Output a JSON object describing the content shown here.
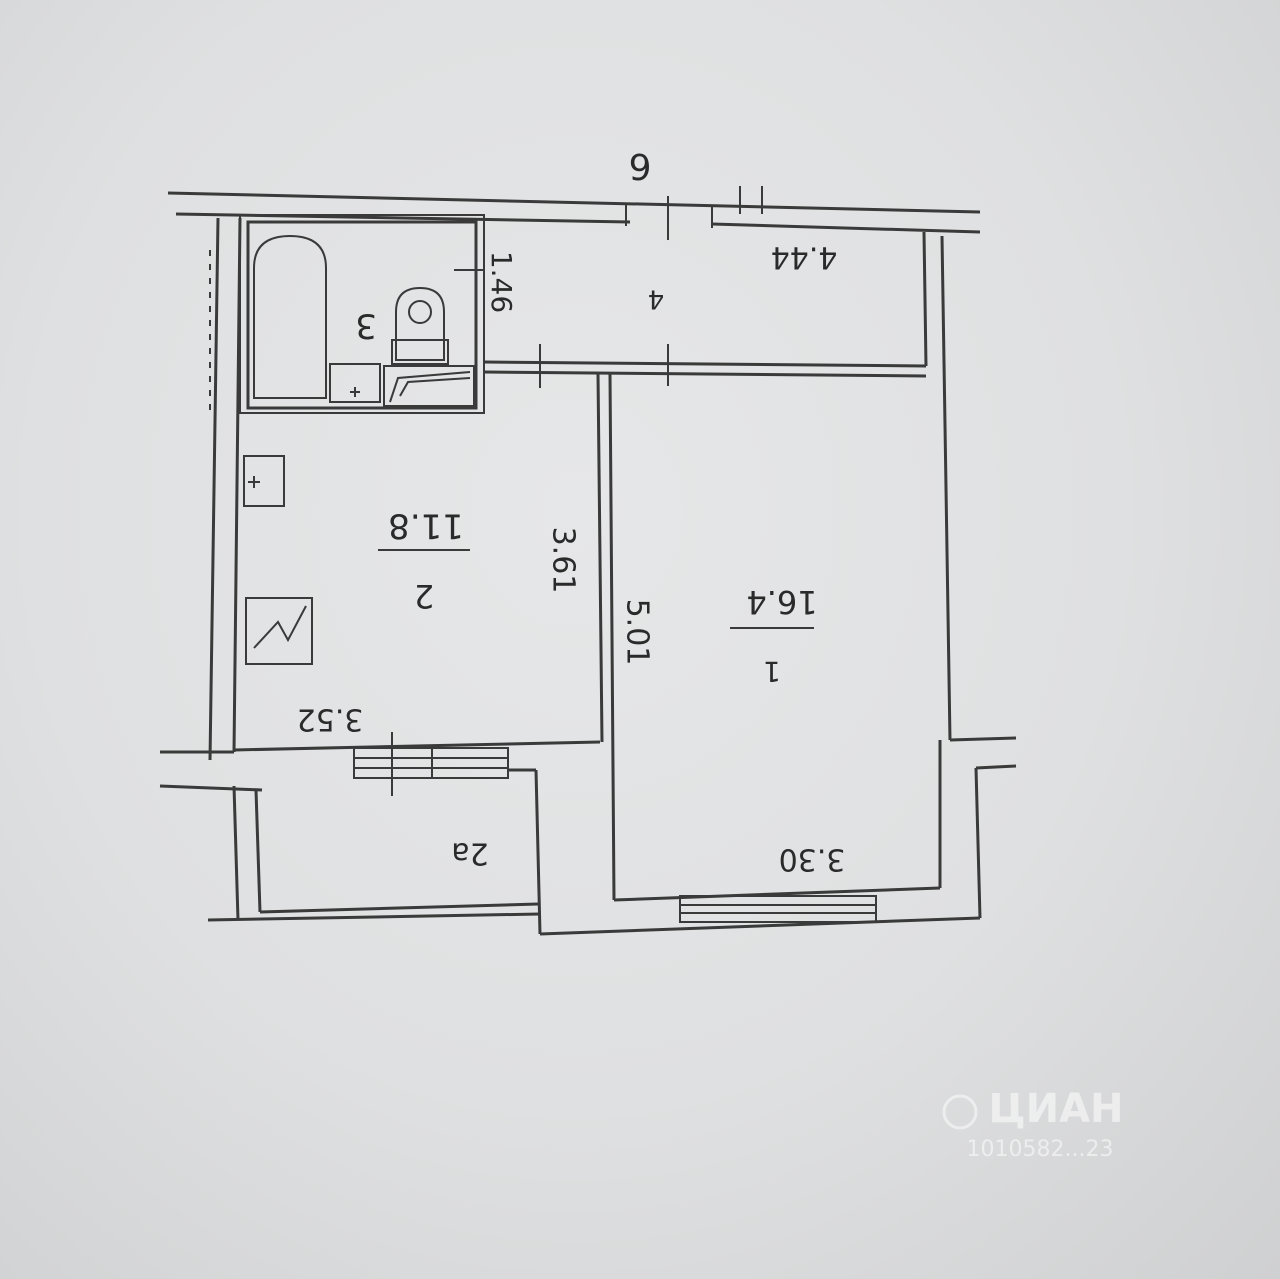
{
  "rooms": {
    "r1": {
      "number": "1",
      "area": "16.4"
    },
    "r2": {
      "number": "2",
      "area": "11.8"
    },
    "r2a": {
      "number": "2а"
    },
    "r3": {
      "number": "3"
    },
    "r4": {
      "number": "4"
    }
  },
  "dimensions": {
    "top_entry": "6",
    "corridor_length": "4.44",
    "bath_width": "1.46",
    "kitchen_depth": "3.61",
    "room_depth": "5.01",
    "kitchen_width": "3.52",
    "room_width": "3.30"
  },
  "watermark": {
    "brand": "ЦИАН",
    "code": "1010582...23"
  }
}
